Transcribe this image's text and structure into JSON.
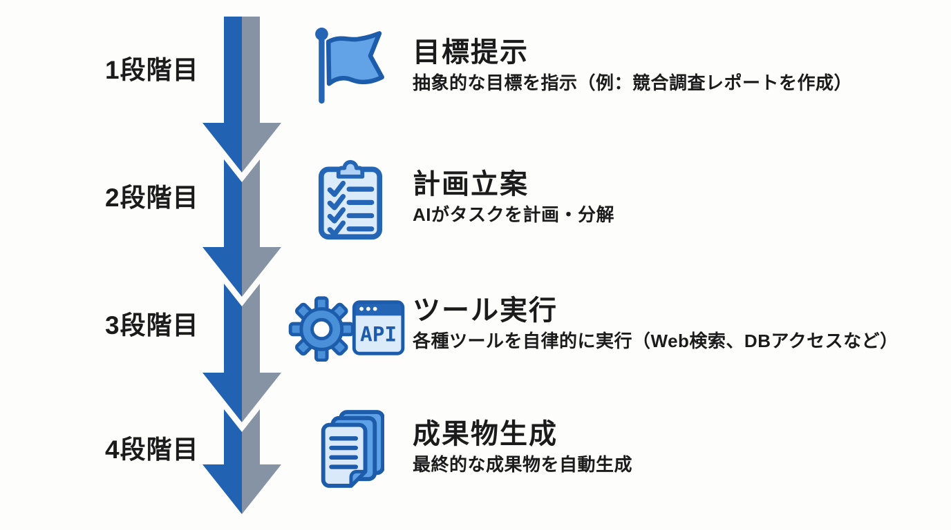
{
  "diagram": {
    "background": "#fdfdfc",
    "text_color": "#1b1b1b"
  },
  "colors": {
    "arrow_blue": "#2163b2",
    "arrow_gray": "#8693a4",
    "icon_dark_blue": "#1d5cab",
    "icon_mid_blue": "#5ea1e6",
    "icon_fill_blue": "#62a2e6",
    "icon_light_blue": "#dcebfa",
    "icon_bar_blue": "#2465b5",
    "icon_clip_blue": "#aed0f4"
  },
  "stages": [
    {
      "label": "1段階目",
      "icon": "flag-icon",
      "title": "目標提示",
      "description": "抽象的な目標を指示（例：競合調査レポートを作成）"
    },
    {
      "label": "2段階目",
      "icon": "checklist-clipboard-icon",
      "title": "計画立案",
      "description": "AIがタスクを計画・分解"
    },
    {
      "label": "3段階目",
      "icon": "gear-api-window-icon",
      "title": "ツール実行",
      "description": "各種ツールを自律的に実行（Web検索、DBアクセスなど）",
      "badge": "API"
    },
    {
      "label": "4段階目",
      "icon": "documents-stack-icon",
      "title": "成果物生成",
      "description": "最終的な成果物を自動生成"
    }
  ]
}
